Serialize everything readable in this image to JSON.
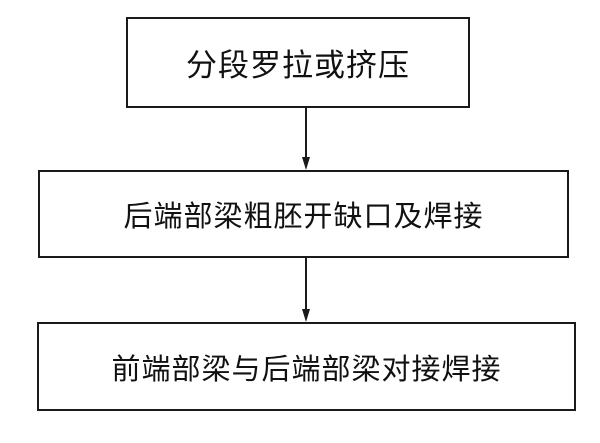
{
  "flowchart": {
    "steps": [
      {
        "label": "分段罗拉或挤压"
      },
      {
        "label": "后端部梁粗胚开缺口及焊接"
      },
      {
        "label": "前端部梁与后端部梁对接焊接"
      }
    ],
    "line_color": "#1a1a1a"
  }
}
